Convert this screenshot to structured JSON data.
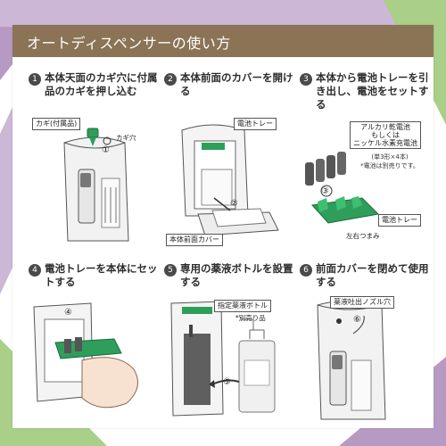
{
  "header": {
    "title": "オートディスペンサーの使い方"
  },
  "colors": {
    "header": "#8a7455",
    "accent_green": "#2e9e5a",
    "bg_purple": "#b79ac4",
    "bg_green": "#a9cf88"
  },
  "steps": [
    {
      "num": "1",
      "text": "本体天面のカギ穴に付属品のカギを押し込む",
      "labels": {
        "key": "カギ(付属品)",
        "keyhole": "カギ穴",
        "mark": "①"
      }
    },
    {
      "num": "2",
      "text": "本体前面のカバーを開ける",
      "labels": {
        "tray": "電池トレー",
        "cover": "本体前面カバー",
        "mark": "②"
      }
    },
    {
      "num": "3",
      "text": "本体から電池トレーを引き出し、電池をセットする",
      "labels": {
        "battery_line1": "アルカリ乾電池",
        "battery_line2": "もしくは",
        "battery_line3": "ニッケル水素充電池",
        "spec": "(単3形×4本)",
        "note": "*電池は別売りです。",
        "tray": "電池トレー",
        "knob": "左右つまみ",
        "mark": "③"
      }
    },
    {
      "num": "4",
      "text": "電池トレーを本体にセットする",
      "labels": {
        "mark": "④"
      }
    },
    {
      "num": "5",
      "text": "専用の薬液ボトルを設置する",
      "labels": {
        "bottle": "指定薬液ボトル",
        "sold": "*別売り品",
        "mark": "⑤"
      }
    },
    {
      "num": "6",
      "text": "前面カバーを閉めて使用する",
      "labels": {
        "nozzle": "薬液吐出ノズル穴",
        "mark": "⑥"
      }
    }
  ]
}
